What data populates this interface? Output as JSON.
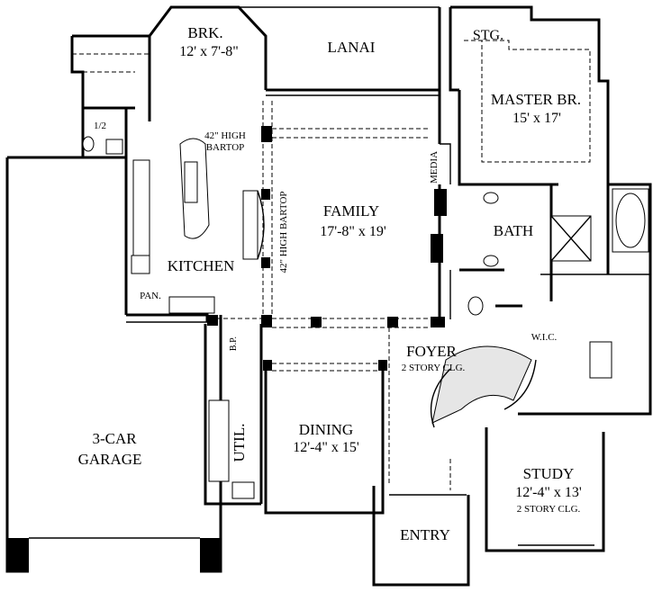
{
  "rooms": {
    "breakfast": {
      "name": "BRK.",
      "size": "12' x 7'-8\""
    },
    "lanai": {
      "name": "LANAI"
    },
    "storage": {
      "name": "STG."
    },
    "master": {
      "name": "MASTER BR.",
      "size": "15' x 17'"
    },
    "half_bath": {
      "name": "1/2"
    },
    "bartop_kitchen": {
      "line1": "42\" HIGH",
      "line2": "BARTOP"
    },
    "media": {
      "name": "MEDIA"
    },
    "family": {
      "name": "FAMILY",
      "size": "17'-8\" x 19'"
    },
    "bartop_family": {
      "name": "42\" HIGH BARTOP"
    },
    "bath": {
      "name": "BATH"
    },
    "kitchen": {
      "name": "KITCHEN"
    },
    "pantry": {
      "name": "PAN."
    },
    "bp": {
      "name": "B.P."
    },
    "wic": {
      "name": "W.I.C."
    },
    "foyer": {
      "name": "FOYER",
      "note": "2 STORY CLG."
    },
    "garage": {
      "line1": "3-CAR",
      "line2": "GARAGE"
    },
    "utility": {
      "name": "UTIL."
    },
    "dining": {
      "name": "DINING",
      "size": "12'-4\" x 15'"
    },
    "study": {
      "name": "STUDY",
      "size": "12'-4\" x 13'",
      "note": "2 STORY CLG."
    },
    "entry": {
      "name": "ENTRY"
    }
  }
}
